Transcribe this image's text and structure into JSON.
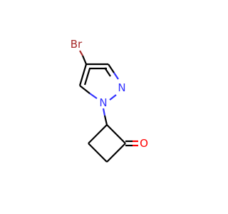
{
  "molecule": {
    "atoms": {
      "br": {
        "symbol": "Br",
        "color": "#a62929"
      },
      "n_pyridine": {
        "symbol": "N",
        "color": "#3333ff"
      },
      "n_substituted": {
        "symbol": "N",
        "color": "#3333ff"
      },
      "o": {
        "symbol": "O",
        "color": "#ff0000"
      }
    }
  }
}
